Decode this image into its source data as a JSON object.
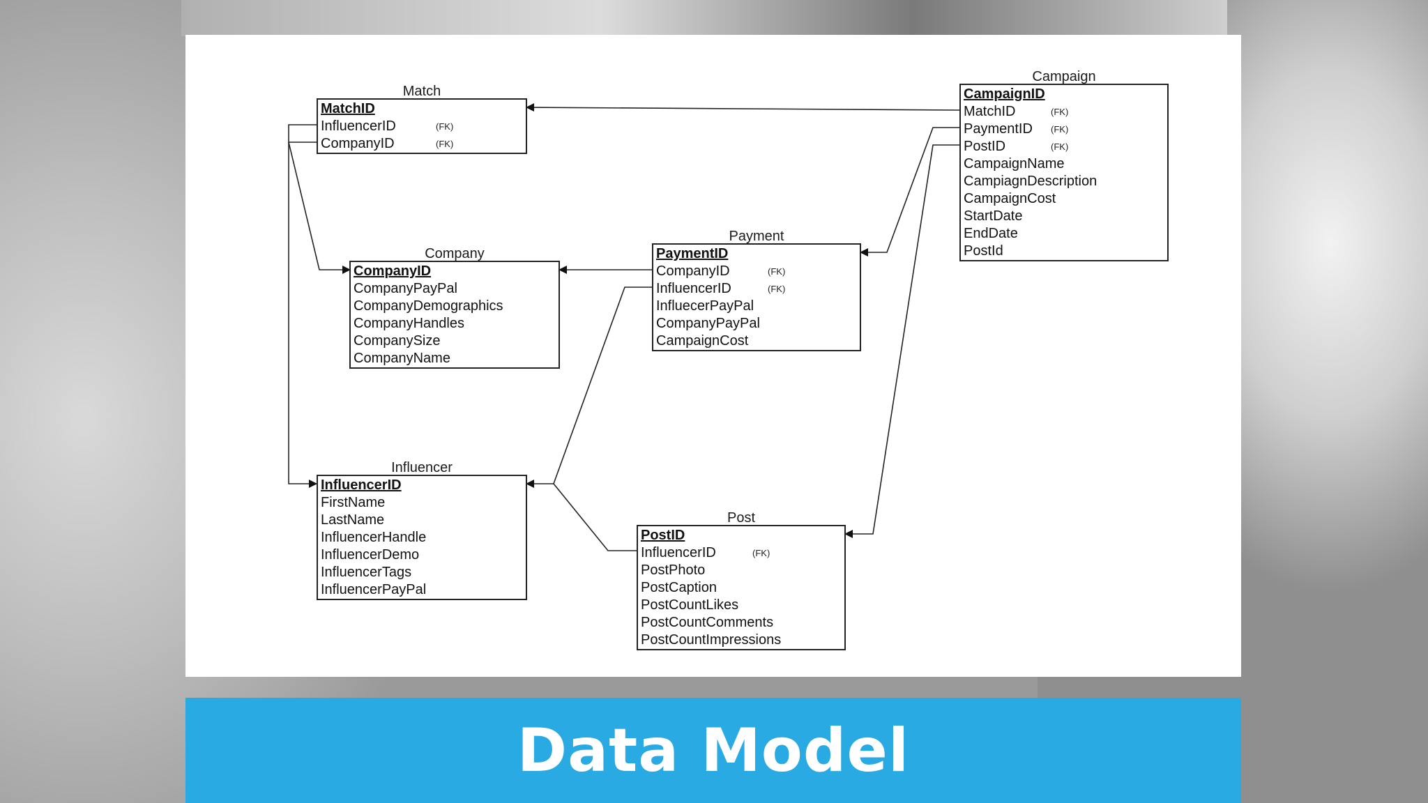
{
  "slide": {
    "banner_title": "Data Model",
    "banner_color": "#2aaae2"
  },
  "diagram": {
    "entities": {
      "match": {
        "title": "Match",
        "fields": [
          {
            "name": "MatchID",
            "key": "pk"
          },
          {
            "name": "InfluencerID",
            "fk": "(FK)"
          },
          {
            "name": "CompanyID",
            "fk": "(FK)"
          }
        ]
      },
      "company": {
        "title": "Company",
        "fields": [
          {
            "name": "CompanyID",
            "key": "pk"
          },
          {
            "name": "CompanyPayPal"
          },
          {
            "name": "CompanyDemographics"
          },
          {
            "name": "CompanyHandles"
          },
          {
            "name": "CompanySize"
          },
          {
            "name": "CompanyName"
          }
        ]
      },
      "payment": {
        "title": "Payment",
        "fields": [
          {
            "name": "PaymentID",
            "key": "pk"
          },
          {
            "name": "CompanyID",
            "fk": "(FK)"
          },
          {
            "name": "InfluencerID",
            "fk": "(FK)"
          },
          {
            "name": "InfluecerPayPal"
          },
          {
            "name": "CompanyPayPal"
          },
          {
            "name": "CampaignCost"
          }
        ]
      },
      "campaign": {
        "title": "Campaign",
        "fields": [
          {
            "name": "CampaignID",
            "key": "pk"
          },
          {
            "name": "MatchID",
            "fk": "(FK)"
          },
          {
            "name": "PaymentID",
            "fk": "(FK)"
          },
          {
            "name": "PostID",
            "fk": "(FK)"
          },
          {
            "name": "CampaignName"
          },
          {
            "name": "CampiagnDescription"
          },
          {
            "name": "CampaignCost"
          },
          {
            "name": "StartDate"
          },
          {
            "name": "EndDate"
          },
          {
            "name": "PostId"
          }
        ]
      },
      "influencer": {
        "title": "Influencer",
        "fields": [
          {
            "name": "InfluencerID",
            "key": "pk"
          },
          {
            "name": "FirstName"
          },
          {
            "name": "LastName"
          },
          {
            "name": "InfluencerHandle"
          },
          {
            "name": "InfluencerDemo"
          },
          {
            "name": "InfluencerTags"
          },
          {
            "name": "InfluencerPayPal"
          }
        ]
      },
      "post": {
        "title": "Post",
        "fields": [
          {
            "name": "PostID",
            "key": "pk"
          },
          {
            "name": "InfluencerID",
            "fk": "(FK)"
          },
          {
            "name": "PostPhoto"
          },
          {
            "name": "PostCaption"
          },
          {
            "name": "PostCountLikes"
          },
          {
            "name": "PostCountComments"
          },
          {
            "name": "PostCountImpressions"
          }
        ]
      }
    }
  }
}
